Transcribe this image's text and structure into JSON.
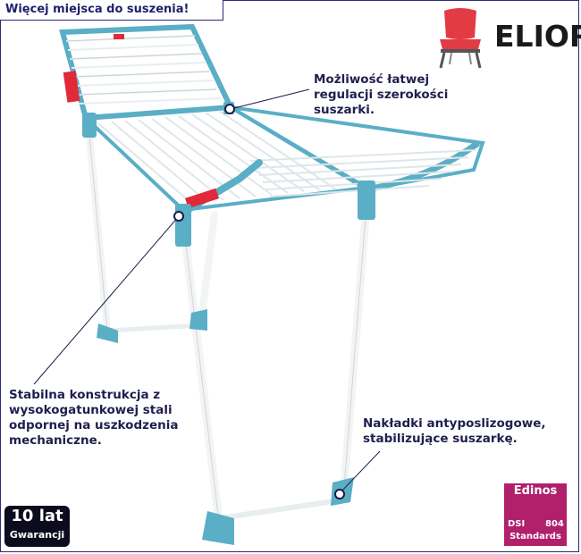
{
  "banner": {
    "text": "Więcej miejsca do suszenia!"
  },
  "brand": {
    "name": "ELIOR",
    "icon": "chair-icon"
  },
  "callouts": {
    "width": "Możliwość łatwej\nregulacji szerokości\nsuszarki.",
    "construction": "Stabilna konstrukcja z\nwysokogatunkowej stali\nodpornej na uszkodzenia\nmechaniczne.",
    "feet": "Nakładki antyposlizogowe,\nstabilizujące suszarkę."
  },
  "warranty_badge": {
    "value": "10 lat",
    "label": "Gwarancji"
  },
  "certificate": {
    "title": "Edinos",
    "prefix": "DSI",
    "number": "804",
    "label": "Standards"
  },
  "colors": {
    "frame_blue": "#5aaec6",
    "accent_red": "#e02a3a",
    "text_navy": "#1f1f4f",
    "cert_magenta": "#b0206b"
  }
}
